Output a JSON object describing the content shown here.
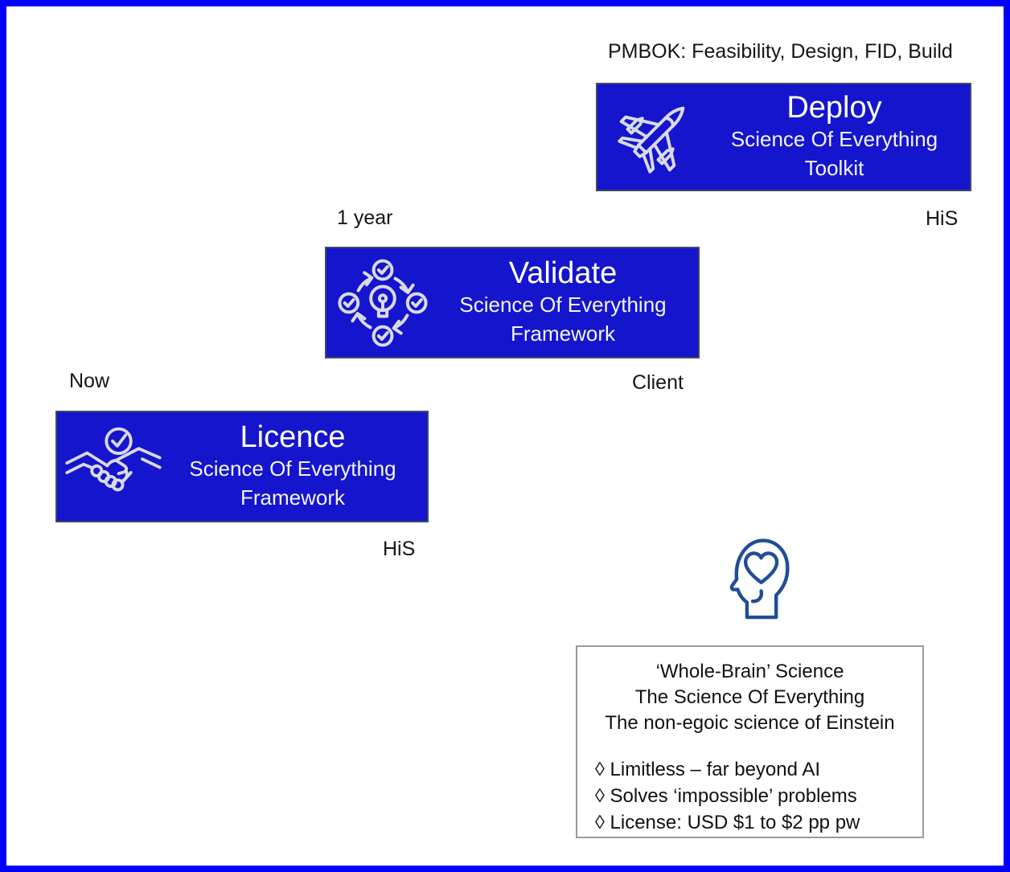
{
  "slide": {
    "type": "stepped-roadmap-diagram"
  },
  "colors": {
    "page_border": "#0000ff",
    "step_box_fill": "#1515cd",
    "step_box_border": "#3d4a63",
    "step_text": "#ffffff",
    "step_icon_stroke": "#d9dae8",
    "head_icon_stroke": "#1f4e96",
    "label_text": "#161616",
    "info_box_border": "#9b9b9b"
  },
  "annotations": {
    "pmbok": "PMBOK: Feasibility, Design, FID, Build",
    "one_year": "1 year",
    "his_deploy": "HiS",
    "now": "Now",
    "client": "Client",
    "his_licence": "HiS"
  },
  "steps": [
    {
      "title": "Licence",
      "subtitle1": "Science Of Everything",
      "subtitle2": "Framework",
      "icon": "handshake-agreement-icon"
    },
    {
      "title": "Validate",
      "subtitle1": "Science Of Everything",
      "subtitle2": "Framework",
      "icon": "validation-cycle-icon"
    },
    {
      "title": "Deploy",
      "subtitle1": "Science Of Everything",
      "subtitle2": "Toolkit",
      "icon": "fighter-jet-icon"
    }
  ],
  "head_icon": "head-with-heart-icon",
  "info_box": {
    "title_lines": [
      "‘Whole-Brain’ Science",
      "The Science Of Everything",
      "The non-egoic science of Einstein"
    ],
    "bullets": [
      "◊ Limitless – far beyond AI",
      "◊ Solves ‘impossible’ problems",
      "◊ License: USD $1 to $2 pp pw"
    ]
  }
}
